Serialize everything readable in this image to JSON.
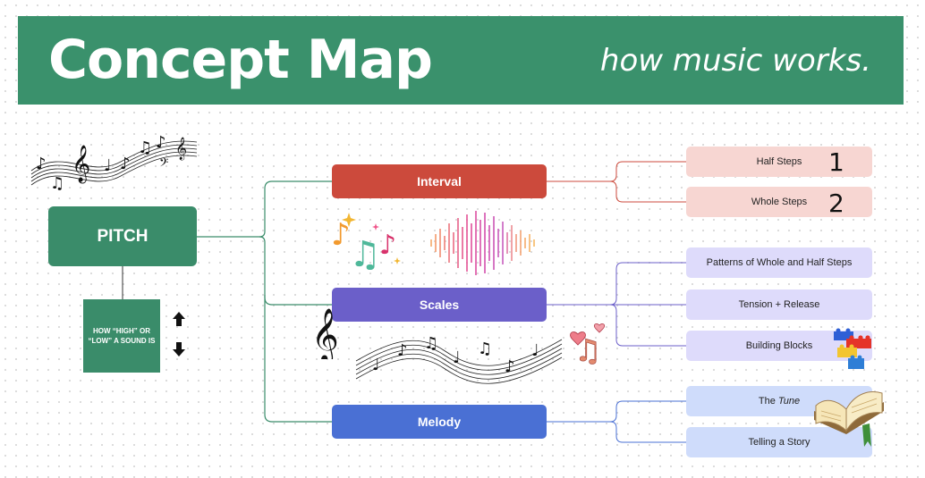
{
  "header": {
    "title": "Concept Map",
    "subtitle": "how music works."
  },
  "pitch": {
    "label": "PITCH",
    "description": "HOW “HIGH” OR “LOW” A SOUND IS"
  },
  "branches": [
    {
      "label": "Interval",
      "color": "#cc4a3c",
      "children": [
        {
          "label": "Half Steps",
          "annotation": "1"
        },
        {
          "label": "Whole Steps",
          "annotation": "2"
        }
      ]
    },
    {
      "label": "Scales",
      "color": "#6b5fc9",
      "children": [
        {
          "label": "Patterns of Whole and Half Steps"
        },
        {
          "label": "Tension + Release"
        },
        {
          "label": "Building Blocks"
        }
      ]
    },
    {
      "label": "Melody",
      "color": "#4a70d4",
      "children": [
        {
          "label_pre": "The ",
          "label_em": "Tune"
        },
        {
          "label": "Telling a Story"
        }
      ]
    }
  ],
  "colors": {
    "banner": "#3a916c",
    "pitch": "#3a8c6a",
    "interval_child": "#f7d6d2",
    "scales_child": "#dedbfb",
    "melody_child": "#cfdcfb"
  },
  "icons": [
    "music-notes-staff-icon",
    "up-arrow-icon",
    "down-arrow-icon",
    "colorful-notes-icon",
    "sound-wave-icon",
    "treble-clef-icon",
    "wavy-staff-icon",
    "heart-notes-icon",
    "lego-blocks-icon",
    "open-book-icon"
  ]
}
